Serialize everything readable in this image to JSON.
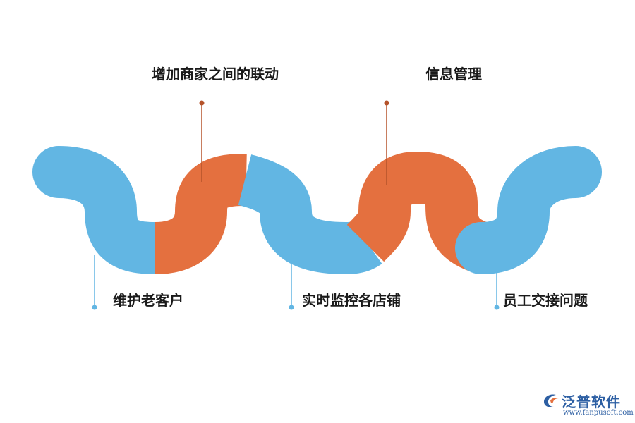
{
  "colors": {
    "blue": "#62b6e3",
    "orange": "#e4703f",
    "connector_blue": "#62b6e3",
    "connector_orange": "#b5532a",
    "logo": "#2d5fa3"
  },
  "wave_segments": [
    {
      "color": "blue"
    },
    {
      "color": "orange"
    },
    {
      "color": "blue"
    },
    {
      "color": "orange"
    },
    {
      "color": "blue"
    }
  ],
  "labels": [
    {
      "text": "增加商家之间的联动",
      "color_key": "orange"
    },
    {
      "text": "信息管理",
      "color_key": "orange"
    },
    {
      "text": "维护老客户",
      "color_key": "blue"
    },
    {
      "text": "实时监控各店铺",
      "color_key": "blue"
    },
    {
      "text": "员工交接问题",
      "color_key": "blue"
    }
  ],
  "logo": {
    "name": "泛普软件",
    "url": "www.fanpusoft.com"
  }
}
